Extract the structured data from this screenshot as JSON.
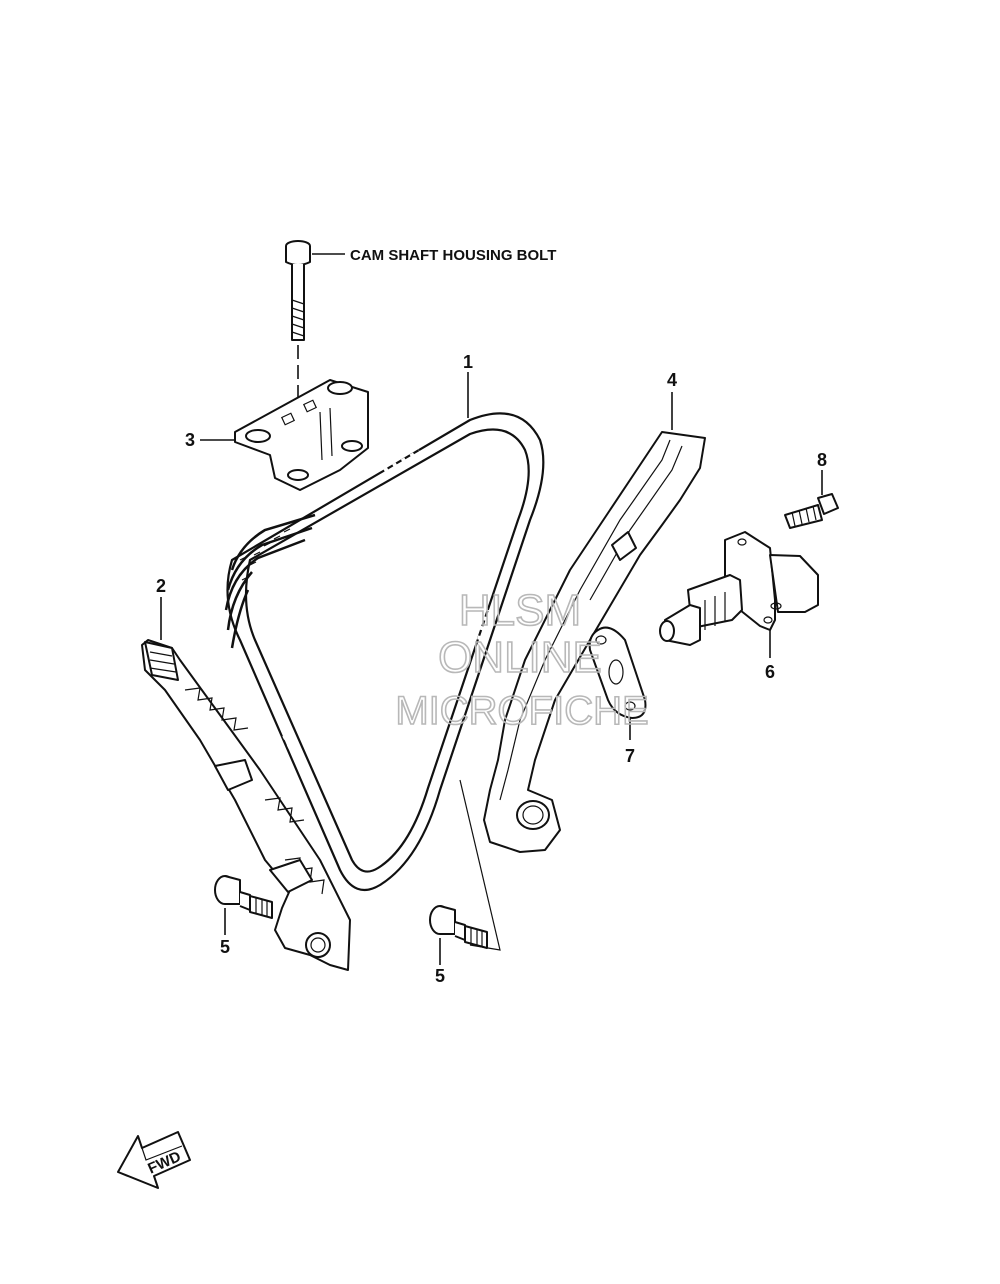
{
  "callouts": {
    "cam_shaft_housing_bolt": "CAM SHAFT HOUSING BOLT",
    "part_1": "1",
    "part_2": "2",
    "part_3": "3",
    "part_4": "4",
    "part_5a": "5",
    "part_5b": "5",
    "part_6": "6",
    "part_7": "7",
    "part_8": "8"
  },
  "watermark": {
    "line1": "HLSM",
    "line2": "ONLINE",
    "line3": "MICROFICHE"
  },
  "direction": {
    "label": "FWD"
  }
}
